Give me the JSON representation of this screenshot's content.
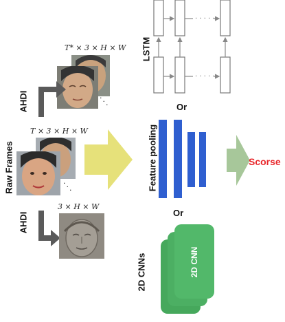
{
  "labels": {
    "lstm": "LSTM",
    "or_top": "Or",
    "feature_pooling": "Feature pooling",
    "or_bottom": "Or",
    "cnn_2d_side": "2D CNNs",
    "cnn_2d_card": "2D CNN",
    "raw_frames": "Raw Frames",
    "ahdi_top": "AHDI",
    "ahdi_bottom": "AHDI",
    "score": "Scorse"
  },
  "math": {
    "top_shape": "T* × 3 × H × W",
    "mid_shape": "T × 3 × H × W",
    "bottom_shape": "3 × H × W"
  },
  "icons": [
    "face-photo-icon",
    "arrow-right-icon",
    "elbow-arrow-icon",
    "lstm-cell-icon"
  ],
  "colors": {
    "pool_blue": "#2f5fd0",
    "cnn_green": "#4caf63",
    "score_red": "#e8262a",
    "arrow_yellow": "#e6e17a",
    "arrow_green": "#a7c79a",
    "elbow_gray": "#5a5a5a"
  }
}
